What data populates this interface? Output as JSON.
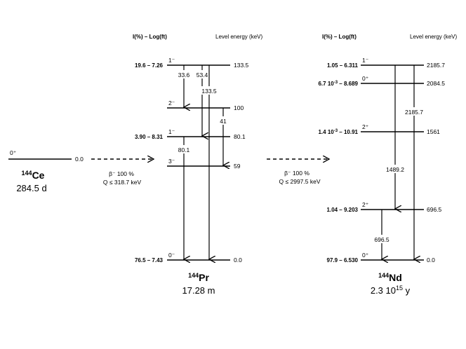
{
  "parent": {
    "spin": "0⁺",
    "energy": "0.0",
    "mass": "144",
    "symbol": "Ce",
    "halflife": "284.5 d"
  },
  "decay1": {
    "line1": "β⁻ 100 %",
    "line2": "Q ≤ 318.7 keV"
  },
  "decay2": {
    "line1": "β⁻ 100 %",
    "line2": "Q ≤ 2997.5 keV"
  },
  "pr": {
    "header_left": "I(%) – Log(ft)",
    "header_right": "Level energy (keV)",
    "mass": "144",
    "symbol": "Pr",
    "halflife": "17.28 m",
    "levels": [
      {
        "spin": "1⁻",
        "energy": "133.5",
        "feed": "19.6 – 7.26"
      },
      {
        "spin": "2⁻",
        "energy": "100",
        "feed": ""
      },
      {
        "spin": "1⁻",
        "energy": "80.1",
        "feed": "3.90 – 8.31"
      },
      {
        "spin": "3⁻",
        "energy": "59",
        "feed": ""
      },
      {
        "spin": "0⁻",
        "energy": "0.0",
        "feed": "76.5 – 7.43"
      }
    ],
    "transitions": [
      "33.6",
      "53.4",
      "133.5",
      "41",
      "80.1"
    ]
  },
  "nd": {
    "header_left": "I(%) – Log(ft)",
    "header_right": "Level energy (keV)",
    "mass": "144",
    "symbol": "Nd",
    "halflife_base": "2.3 10",
    "halflife_exp": "15",
    "halflife_unit": " y",
    "levels": [
      {
        "spin": "1⁻",
        "energy": "2185.7",
        "feed": "1.05 – 6.311"
      },
      {
        "spin": "0⁺",
        "energy": "2084.5",
        "feed_base": "6.7 10",
        "feed_exp": "-3",
        "feed_rest": " – 8.689"
      },
      {
        "spin": "2⁺",
        "energy": "1561",
        "feed_base": "1.4 10",
        "feed_exp": "-3",
        "feed_rest": " – 10.91"
      },
      {
        "spin": "2⁺",
        "energy": "696.5",
        "feed": "1.04 – 9.203"
      },
      {
        "spin": "0⁺",
        "energy": "0.0",
        "feed": "97.9 – 6.530"
      }
    ],
    "transitions": [
      "2185.7",
      "1489.2",
      "696.5"
    ]
  }
}
